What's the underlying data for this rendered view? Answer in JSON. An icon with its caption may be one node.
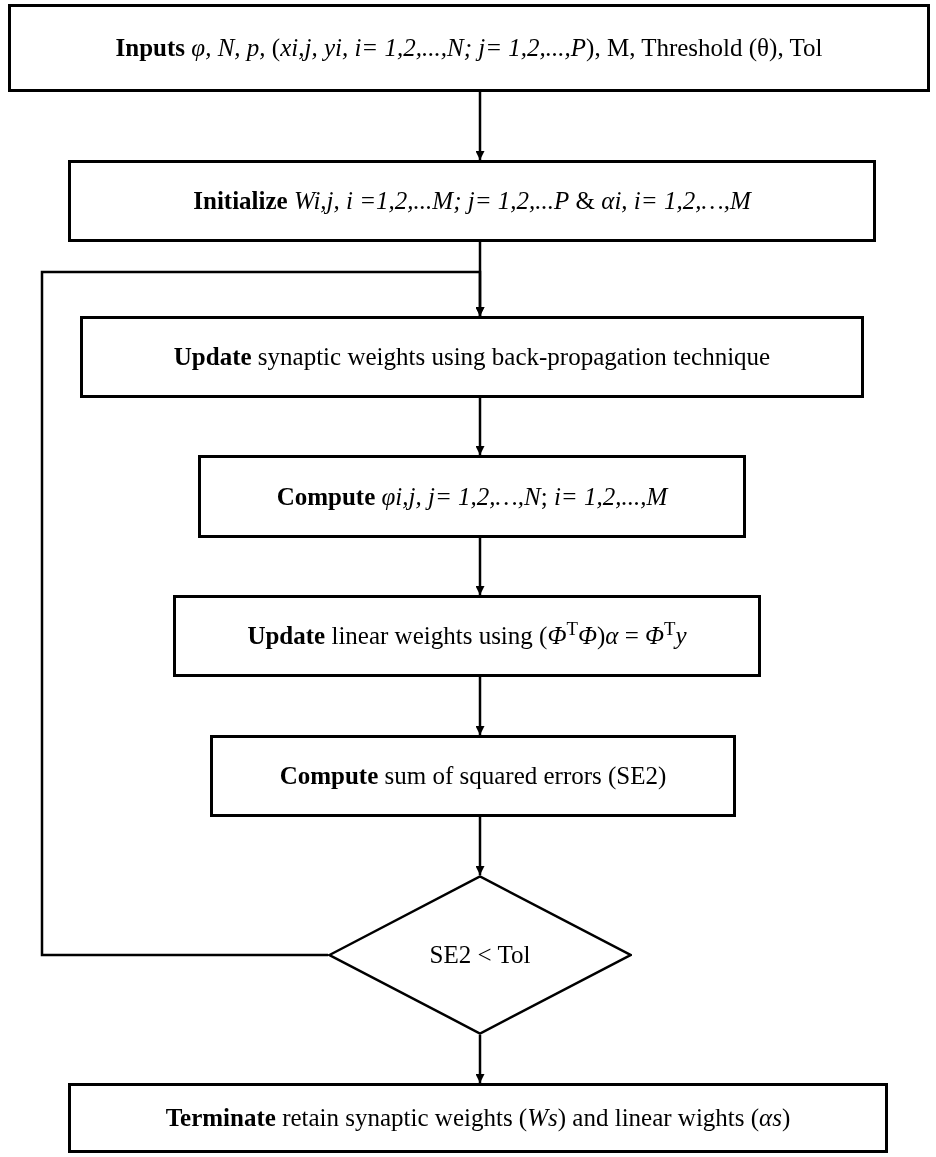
{
  "diagram": {
    "nodes": [
      {
        "text": [
          "**Inputs** *φ, N, p,* (*xi,j, yi, i= 1,2,...,N; j= 1,2,...,P*), M, Threshold (θ), Tol"
        ]
      },
      {
        "text": [
          "**Initialize** *Wi,j, i =1,2,...M; j= 1,2,...P* & *αi, i= 1,2,…,M*"
        ]
      },
      {
        "text": [
          "**Update** synaptic weights using back-propagation technique"
        ]
      },
      {
        "text": [
          "**Compute** *φi,j, j= 1,2,…,N*; *i= 1,2,...,M*"
        ]
      },
      {
        "text": [
          "**Update** linear weights using (*Φ*$^{T}$*Φ*)*α* = *Φ*$^{T}$*y*"
        ]
      },
      {
        "text": [
          "**Compute** sum of squared errors (SE2)"
        ]
      },
      {
        "text": [
          "SE2 < Tol"
        ]
      },
      {
        "text": [
          "**Terminate** retain synaptic weights (*Ws*) and linear wights (*αs*)"
        ]
      }
    ],
    "edges": [
      {
        "from": 0,
        "to": 1,
        "arrow": "to"
      },
      {
        "from": 1,
        "to": 2,
        "arrow": "to"
      },
      {
        "from": 2,
        "to": 3,
        "arrow": "to"
      },
      {
        "from": 3,
        "to": 4,
        "arrow": "to"
      },
      {
        "from": 4,
        "to": 5,
        "arrow": "to"
      },
      {
        "from": 5,
        "to": 6,
        "arrow": "to"
      },
      {
        "from": 6,
        "to": 2,
        "arrow": "to"
      },
      {
        "from": 6,
        "to": 7,
        "arrow": "to"
      }
    ]
  }
}
